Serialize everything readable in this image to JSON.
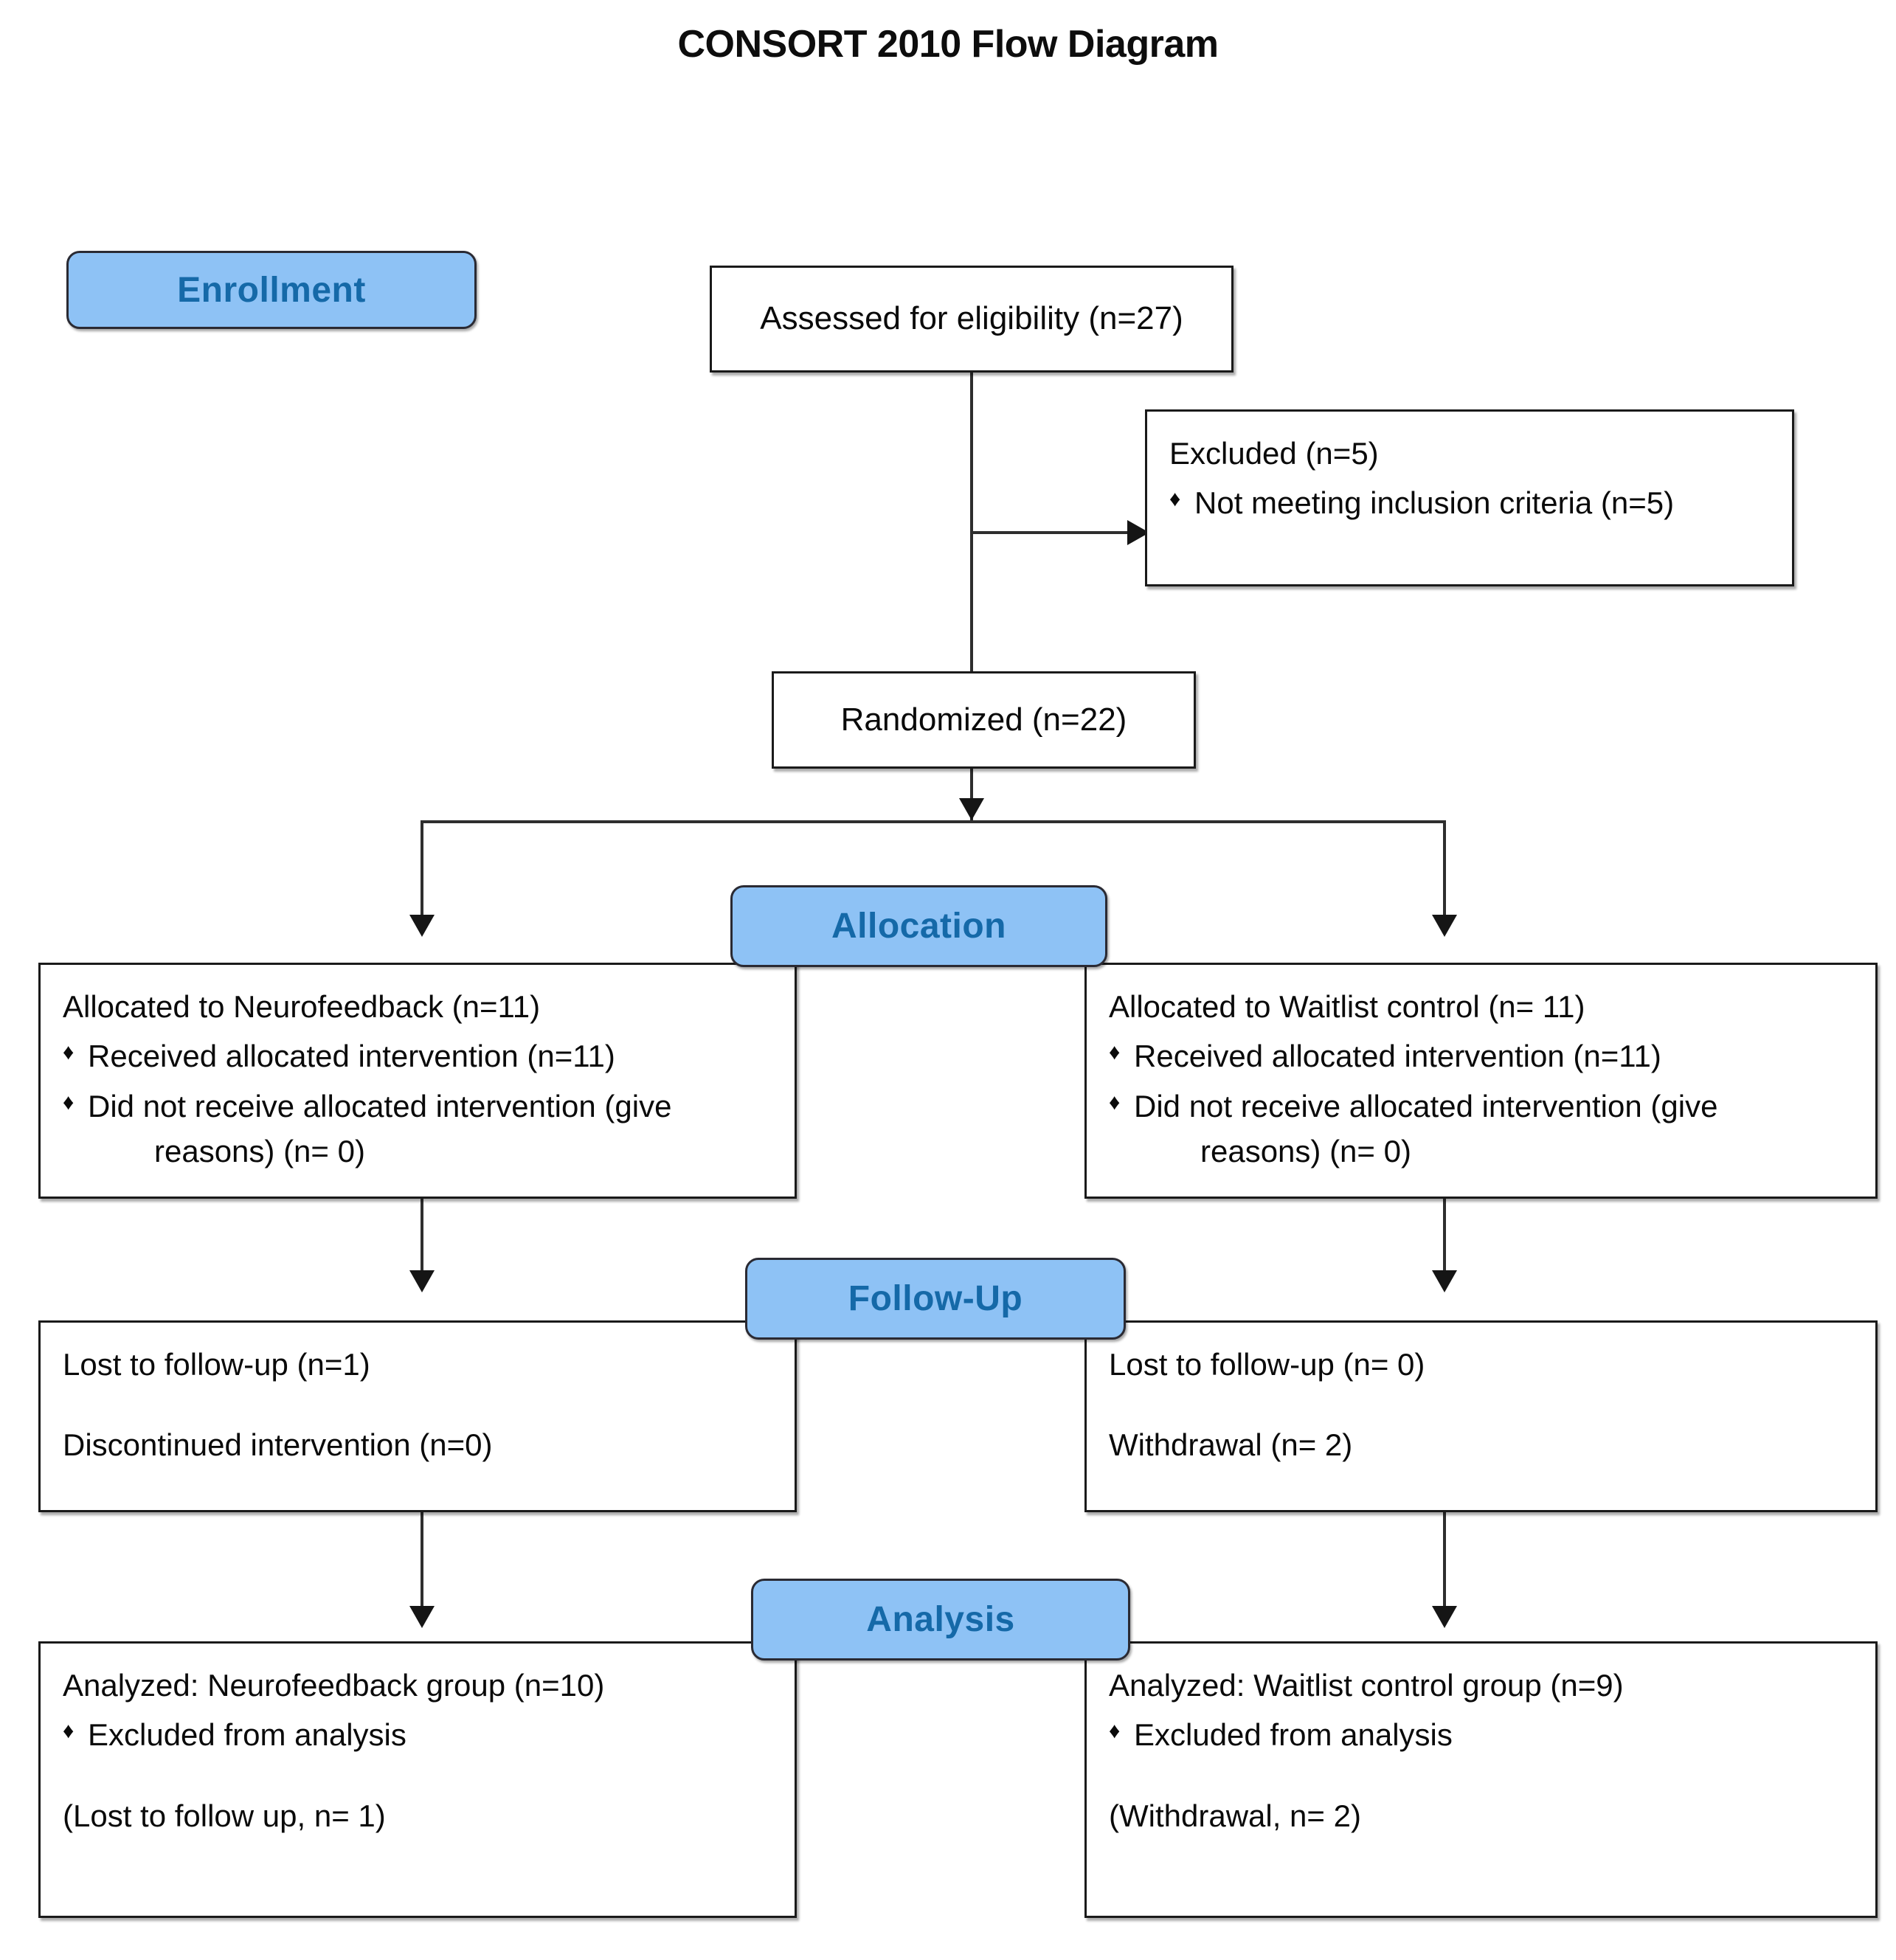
{
  "title": "CONSORT 2010 Flow Diagram",
  "stages": {
    "enrollment": "Enrollment",
    "allocation": "Allocation",
    "followup": "Follow-Up",
    "analysis": "Analysis"
  },
  "colors": {
    "pill_fill": "#8EC2F5",
    "pill_text": "#1569A8",
    "box_border": "#1a1a1a",
    "connector": "#2e2e2e",
    "text": "#0a0a0a"
  },
  "icons": {
    "bullet": "♦"
  },
  "boxes": {
    "assessed": {
      "text": "Assessed for eligibility (n=27)"
    },
    "excluded": {
      "heading": "Excluded  (n=5)",
      "bullets": [
        "Not meeting inclusion criteria (n=5)"
      ]
    },
    "randomized": {
      "text": "Randomized (n=22)"
    },
    "alloc_left": {
      "heading": "Allocated to Neurofeedback (n=11)",
      "bullets": [
        "Received allocated intervention (n=11)"
      ],
      "bullet_wrapped": {
        "first": "Did not receive allocated intervention (give",
        "second": "reasons) (n= 0)"
      }
    },
    "alloc_right": {
      "heading": "Allocated to Waitlist control (n= 11)",
      "bullets": [
        "Received allocated intervention (n=11)"
      ],
      "bullet_wrapped": {
        "first": "Did not receive allocated intervention (give",
        "second": "reasons) (n= 0)"
      }
    },
    "follow_left": {
      "line1": "Lost to follow-up (n=1)",
      "line2": "Discontinued intervention (n=0)"
    },
    "follow_right": {
      "line1": "Lost to follow-up (n= 0)",
      "line2": "Withdrawal (n= 2)"
    },
    "analysis_left": {
      "heading": "Analyzed: Neurofeedback group (n=10)",
      "bullets": [
        "Excluded from analysis"
      ],
      "note": "(Lost to follow up, n= 1)"
    },
    "analysis_right": {
      "heading": "Analyzed: Waitlist control group  (n=9)",
      "bullets": [
        "Excluded from analysis"
      ],
      "note": "(Withdrawal, n= 2)"
    }
  }
}
